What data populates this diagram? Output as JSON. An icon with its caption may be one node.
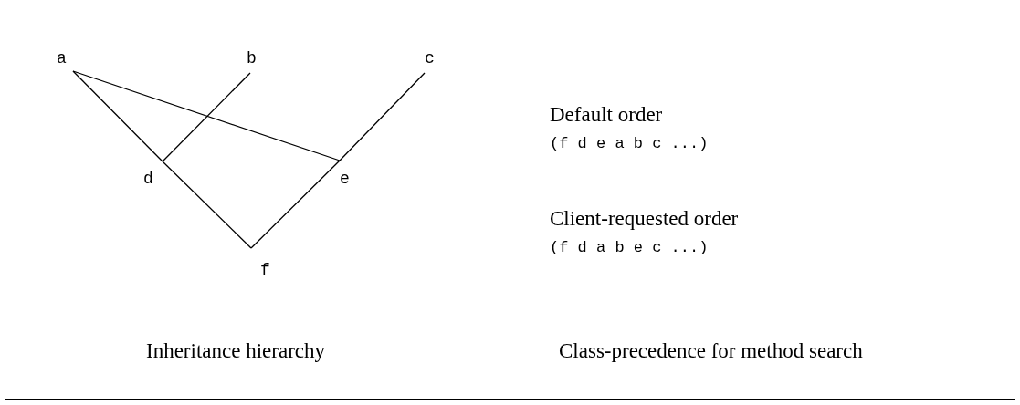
{
  "diagram": {
    "nodes": [
      {
        "text": [
          "a"
        ]
      },
      {
        "text": [
          "b"
        ]
      },
      {
        "text": [
          "c"
        ]
      },
      {
        "text": [
          "d"
        ]
      },
      {
        "text": [
          "e"
        ]
      },
      {
        "text": [
          "f"
        ]
      }
    ],
    "edges": [
      {
        "from": 0,
        "to": 3,
        "arrow": "none"
      },
      {
        "from": 3,
        "to": 5,
        "arrow": "none"
      },
      {
        "from": 1,
        "to": 3,
        "arrow": "none"
      },
      {
        "from": 0,
        "to": 4,
        "arrow": "none"
      },
      {
        "from": 2,
        "to": 4,
        "arrow": "none"
      },
      {
        "from": 4,
        "to": 5,
        "arrow": "none"
      }
    ],
    "labels": [
      "Default order",
      "(f d e a b c ...)",
      "Client-requested order",
      "(f d a b e c ...)",
      "Inheritance hierarchy",
      "Class-precedence for method search"
    ]
  }
}
